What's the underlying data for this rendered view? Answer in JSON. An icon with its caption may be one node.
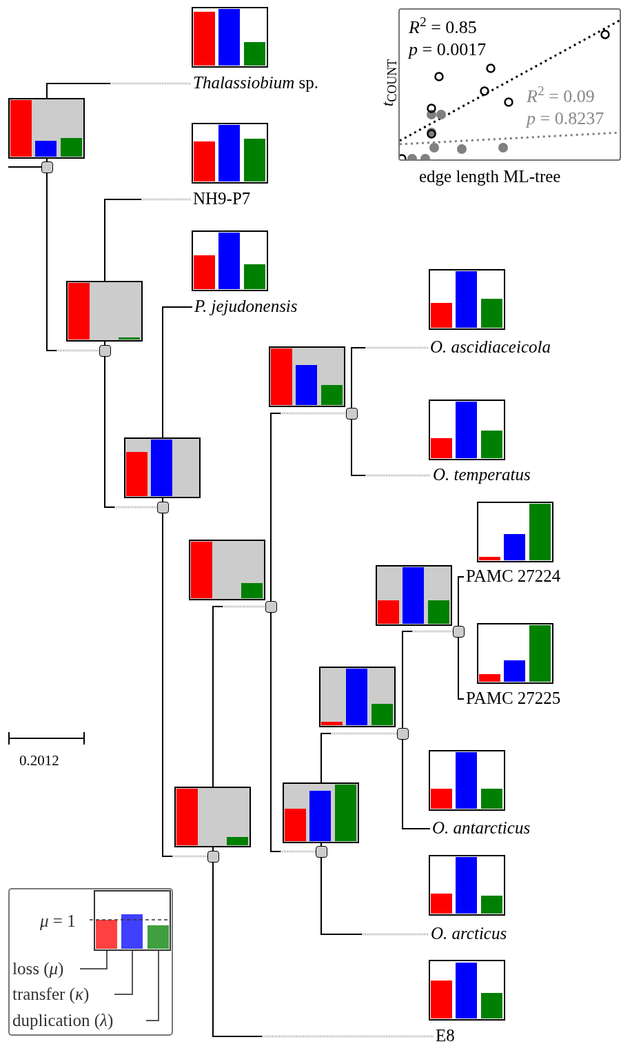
{
  "diagram": {
    "nodes": [
      {
        "text": [],
        "shape": "box"
      },
      {
        "text": [
          "*Thalassiobium* sp."
        ]
      },
      {
        "text": [],
        "shape": "box"
      },
      {
        "text": [
          "NH9-P7"
        ]
      },
      {
        "text": [],
        "shape": "box"
      },
      {
        "text": [
          "*P. jejudonensis*"
        ]
      },
      {
        "text": [],
        "shape": "box"
      },
      {
        "text": [],
        "shape": "box"
      },
      {
        "text": [],
        "shape": "box"
      },
      {
        "text": [
          "*O. ascidiaceicola*"
        ]
      },
      {
        "text": [
          "*O. temperatus*"
        ]
      },
      {
        "text": [],
        "shape": "box"
      },
      {
        "text": [],
        "shape": "box"
      },
      {
        "text": [],
        "shape": "box"
      },
      {
        "text": [
          "PAMC 27224"
        ]
      },
      {
        "text": [
          "PAMC 27225"
        ]
      },
      {
        "text": [
          "*O. antarcticus*"
        ]
      },
      {
        "text": [
          "*O. arcticus*"
        ]
      },
      {
        "text": [
          "E8"
        ]
      }
    ],
    "edges": [
      {
        "from": null,
        "to": 0,
        "arrow": "none"
      },
      {
        "from": 0,
        "to": 1,
        "arrow": "none"
      },
      {
        "from": 0,
        "to": 2,
        "arrow": "none"
      },
      {
        "from": 2,
        "to": 3,
        "arrow": "none"
      },
      {
        "from": 2,
        "to": 4,
        "arrow": "none"
      },
      {
        "from": 4,
        "to": 5,
        "arrow": "none"
      },
      {
        "from": 4,
        "to": 6,
        "arrow": "none"
      },
      {
        "from": 6,
        "to": 7,
        "arrow": "none"
      },
      {
        "from": 6,
        "to": 18,
        "arrow": "none"
      },
      {
        "from": 7,
        "to": 8,
        "arrow": "none"
      },
      {
        "from": 7,
        "to": 11,
        "arrow": "none"
      },
      {
        "from": 8,
        "to": 9,
        "arrow": "none"
      },
      {
        "from": 8,
        "to": 10,
        "arrow": "none"
      },
      {
        "from": 11,
        "to": 12,
        "arrow": "none"
      },
      {
        "from": 11,
        "to": 17,
        "arrow": "none"
      },
      {
        "from": 12,
        "to": 13,
        "arrow": "none"
      },
      {
        "from": 12,
        "to": 16,
        "arrow": "none"
      },
      {
        "from": 13,
        "to": 14,
        "arrow": "none"
      },
      {
        "from": 13,
        "to": 15,
        "arrow": "none"
      }
    ],
    "labels": [
      "*R*$^{2}$ = 0.85",
      "*p* = 0.0017",
      "*R*$^{2}$ = 0.09",
      "*p* = 0.8237",
      "*t*$_{COUNT}$",
      "edge length ML-tree",
      "0.2012",
      "*μ* = 1"
    ],
    "legend": [
      {
        "text": "loss (*μ*)",
        "color": "#ff4040"
      },
      {
        "text": "transfer (*κ*)",
        "color": "#4040ff"
      },
      {
        "text": "duplication (*λ*)",
        "color": "#40a040"
      }
    ]
  }
}
